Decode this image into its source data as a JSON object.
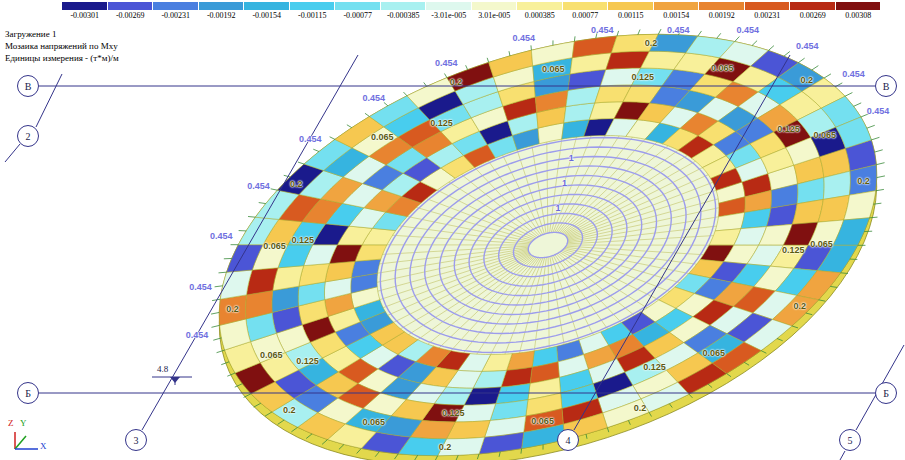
{
  "diagram": {
    "nodes": [
      {
        "text": [
          "В"
        ]
      },
      {
        "text": [
          "В"
        ]
      },
      {
        "text": [
          "2"
        ]
      },
      {
        "text": [
          "Б"
        ]
      },
      {
        "text": [
          "Б"
        ]
      },
      {
        "text": [
          "3"
        ]
      },
      {
        "text": [
          "4"
        ]
      },
      {
        "text": [
          "5"
        ]
      }
    ],
    "edges": [
      {
        "from": 0,
        "to": 1,
        "arrow": "none"
      },
      {
        "from": 3,
        "to": 4,
        "arrow": "none"
      }
    ],
    "labels": [
      "Загружение 1",
      "Мозаика напряжений по Mxy",
      "Единицы измерения - (т*м)/м",
      "4.8",
      "Z",
      "Y",
      "X",
      "0.454",
      "0.454",
      "0.454",
      "0.454",
      "0.454",
      "0.454",
      "0.454",
      "0.454",
      "0.454",
      "0.454",
      "0.454",
      "0.454",
      "0.454",
      "0.454",
      "0.2",
      "0.2",
      "0.2",
      "0.2",
      "0.2",
      "0.2",
      "0.2",
      "0.2",
      "0.2",
      "0.2",
      "0.065",
      "0.065",
      "0.065",
      "0.065",
      "0.065",
      "0.065",
      "0.065",
      "0.065",
      "0.065",
      "0.065",
      "0.125",
      "0.125",
      "0.125",
      "0.125",
      "0.125",
      "0.125",
      "0.125",
      "0.125",
      "1",
      "1",
      "1"
    ],
    "legend": [
      {
        "text": "-0.00301",
        "color": "#1a1a8c"
      },
      {
        "text": "-0.00269",
        "color": "#4b55d6"
      },
      {
        "text": "-0.00231",
        "color": "#4a7fe0"
      },
      {
        "text": "-0.00192",
        "color": "#3a9bd8"
      },
      {
        "text": "-0.00154",
        "color": "#36b4e0"
      },
      {
        "text": "-0.00115",
        "color": "#48cdee"
      },
      {
        "text": "-0.00077",
        "color": "#74e0f0"
      },
      {
        "text": "-0.000385",
        "color": "#a8f0f0"
      },
      {
        "text": "-3.01e-005",
        "color": "#def8ee"
      },
      {
        "text": "3.01e-005",
        "color": "#f4f8cc"
      },
      {
        "text": "0.000385",
        "color": "#f8f09a"
      },
      {
        "text": "0.00077",
        "color": "#f8e070"
      },
      {
        "text": "0.00115",
        "color": "#f6c850"
      },
      {
        "text": "0.00154",
        "color": "#f0a440"
      },
      {
        "text": "0.00192",
        "color": "#e88430"
      },
      {
        "text": "0.00231",
        "color": "#d85a20"
      },
      {
        "text": "0.00269",
        "color": "#b82a14"
      },
      {
        "text": "0.00308",
        "color": "#801010"
      }
    ]
  }
}
